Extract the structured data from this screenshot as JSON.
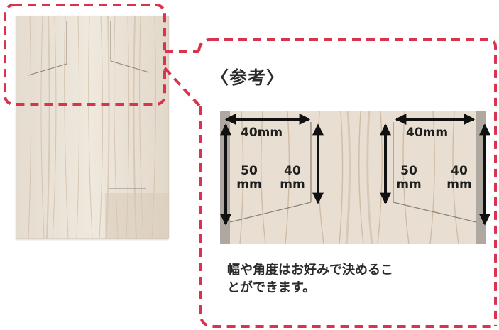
{
  "heading": "〈参考〉",
  "note": {
    "line1": "幅や角度はお好みで決めるこ",
    "line2": "とができます。"
  },
  "dimensions": {
    "left_width": "40mm",
    "right_width": "40mm",
    "left_outer_num": "50",
    "left_outer_unit": "mm",
    "left_inner_num": "40",
    "left_inner_unit": "mm",
    "right_outer_num": "50",
    "right_outer_unit": "mm",
    "right_inner_num": "40",
    "right_inner_unit": "mm"
  },
  "colors": {
    "dash_border": "#d9334d",
    "wood_light": "#e9e1d6",
    "wood_grain": "#c9b49c",
    "text": "#2b2b2b"
  }
}
